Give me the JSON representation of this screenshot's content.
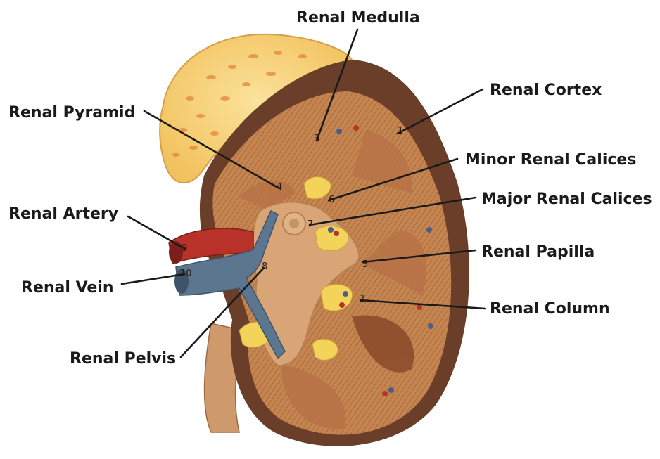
{
  "labels": {
    "renal_medulla": "Renal Medulla",
    "renal_cortex": "Renal Cortex",
    "renal_pyramid": "Renal Pyramid",
    "minor_renal_calices": "Minor Renal Calices",
    "major_renal_calices": "Major Renal Calices",
    "renal_artery": "Renal Artery",
    "renal_papilla": "Renal Papilla",
    "renal_vein": "Renal Vein",
    "renal_column": "Renal Column",
    "renal_pelvis": "Renal Pelvis"
  },
  "model_numbers": {
    "n1": "1",
    "n2": "2",
    "n3": "3",
    "n4": "4",
    "n5": "5",
    "n6": "6",
    "n7": "7",
    "n8": "8",
    "n9": "9",
    "n10": "10"
  },
  "colors": {
    "cortex": "#c98f5a",
    "medulla": "#b9774a",
    "capsule": "#6b3e2a",
    "adrenal": "#f7cf77",
    "fat": "#f3d35a",
    "artery": "#b8322a",
    "vein": "#5c7690",
    "pelvis": "#d9a577"
  }
}
